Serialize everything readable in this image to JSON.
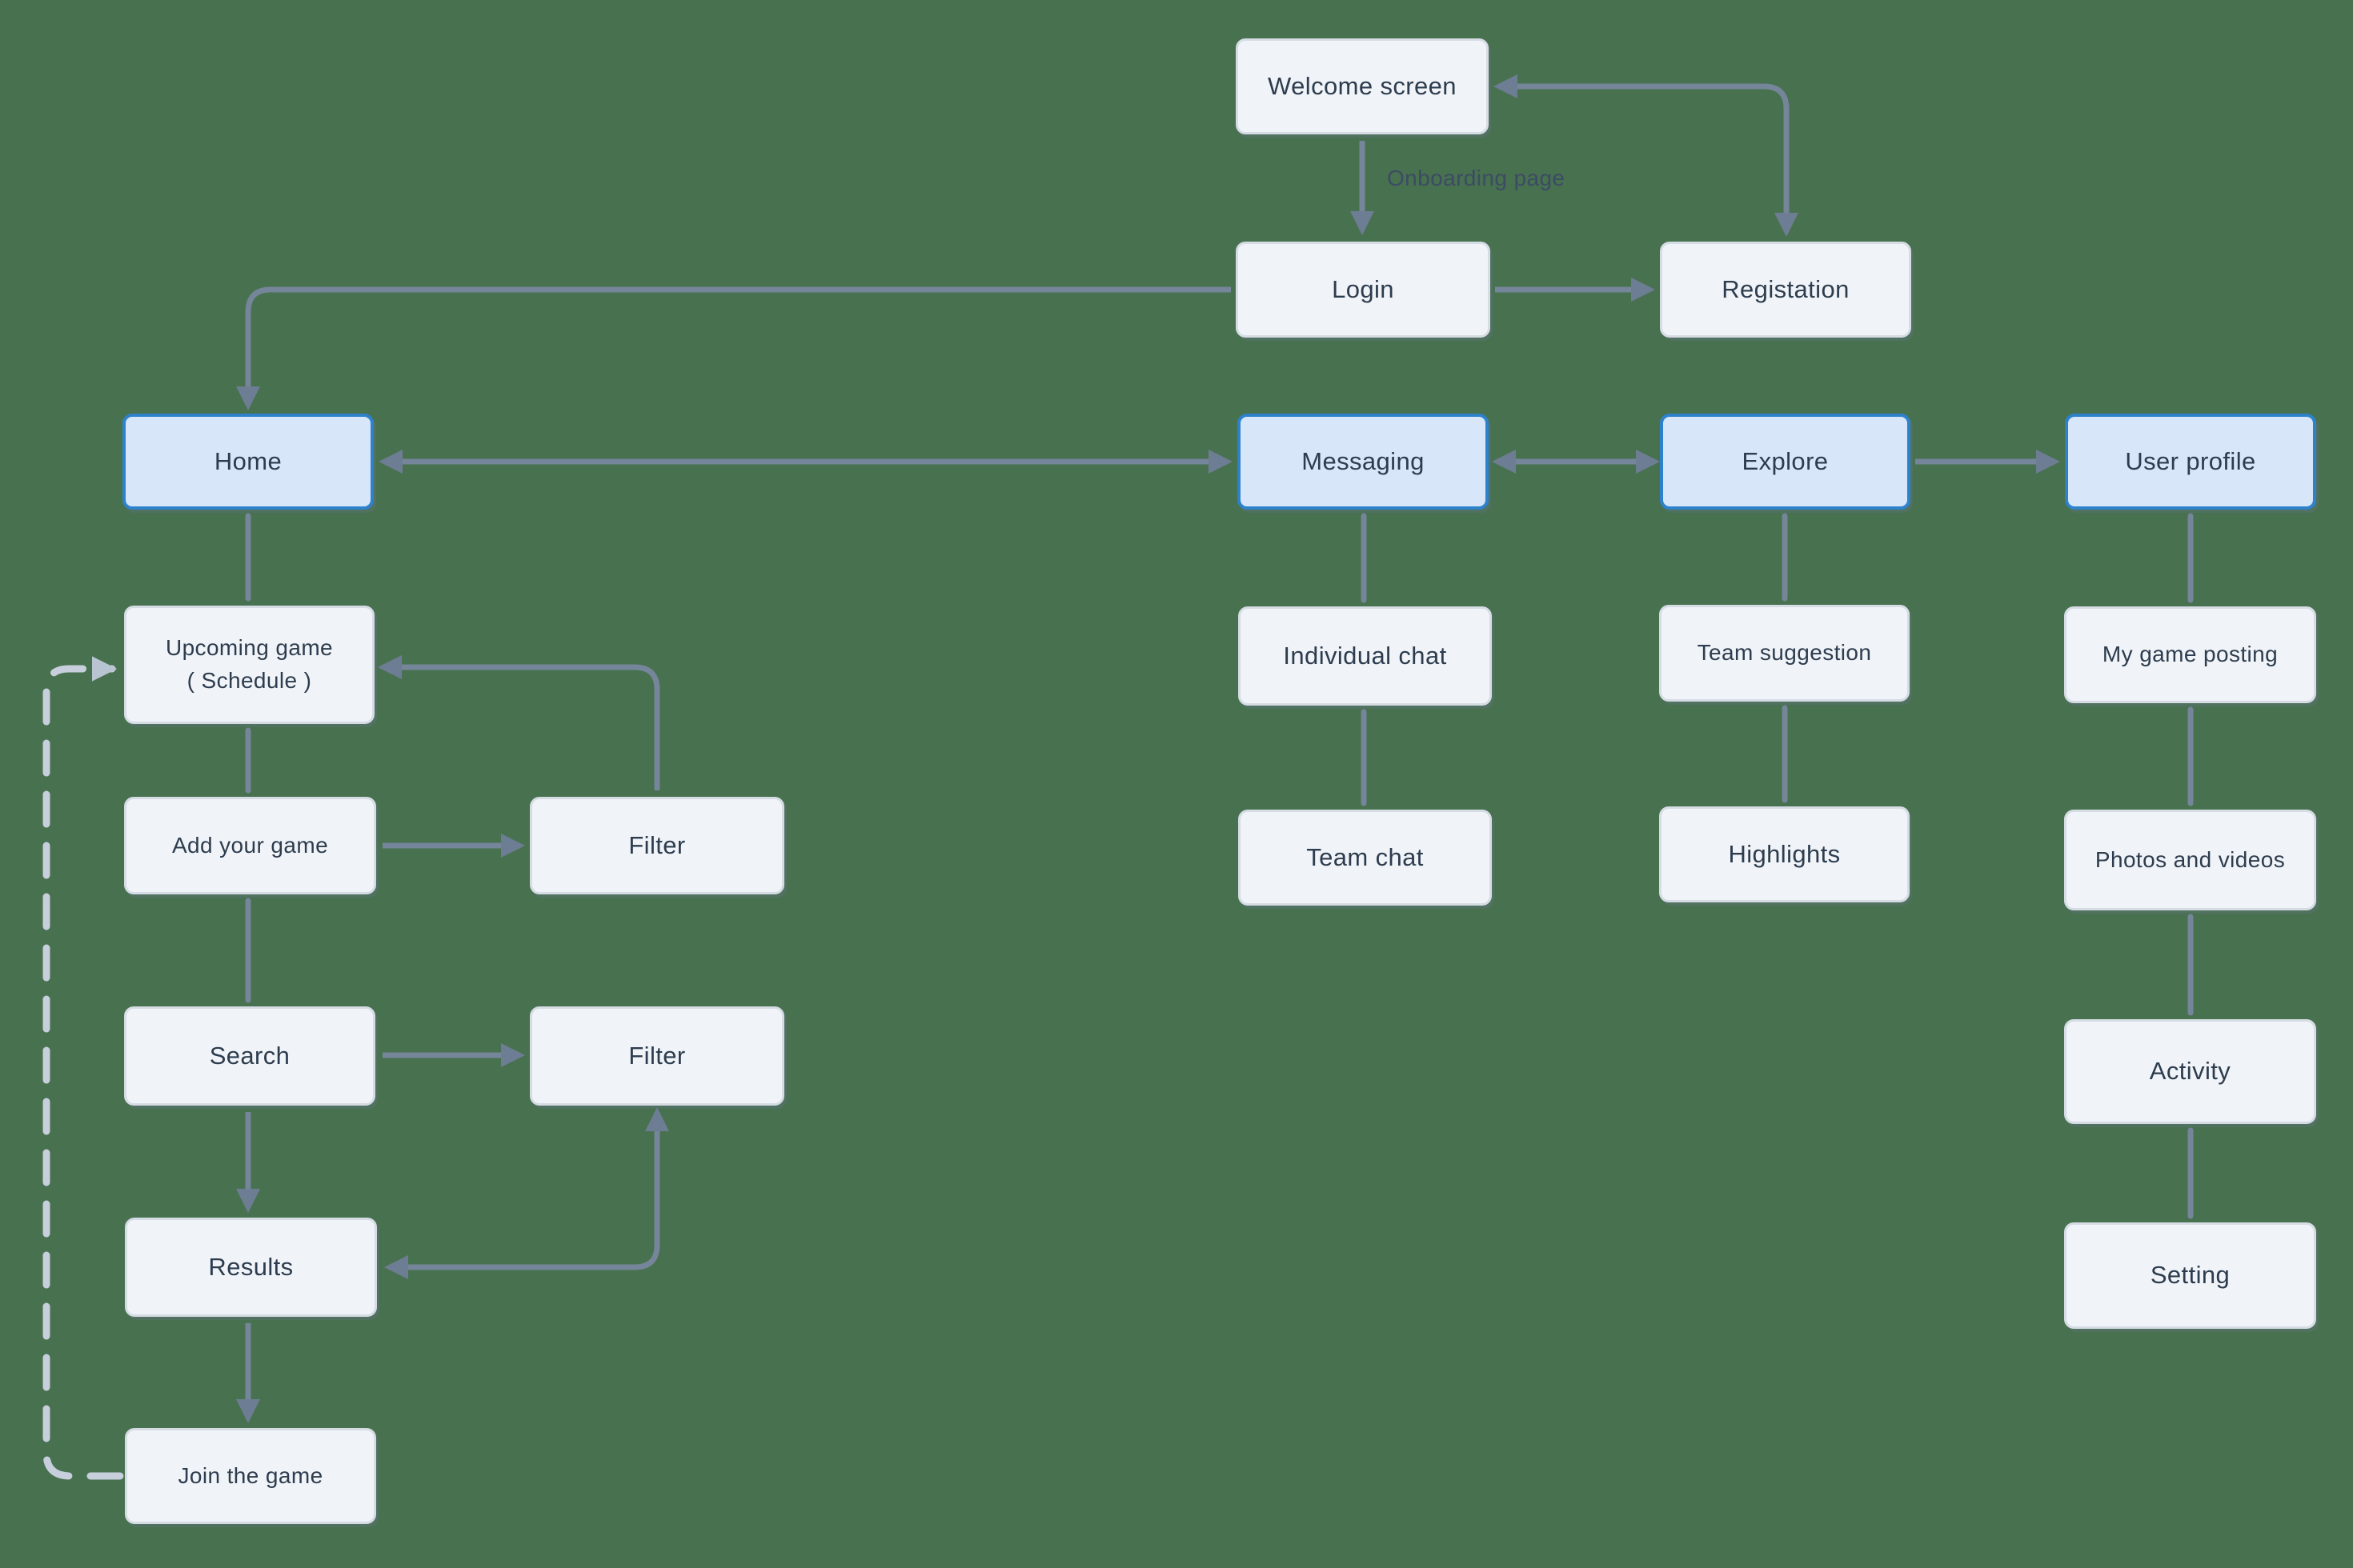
{
  "diagram": {
    "background_color": "#48714f",
    "colors": {
      "node_fill": "#f0f4f8",
      "node_border": "#d5dce4",
      "highlight_fill": "#d7e6f8",
      "highlight_border": "#2e82cc",
      "node_text": "#2d3c4e",
      "connector": "#75859a",
      "connector_dashed": "#c6cfdb",
      "edge_label_text": "#3c4b64"
    },
    "annotation": {
      "onboarding_label": "Onboarding page"
    },
    "nodes": [
      {
        "id": "welcome-screen",
        "label": "Welcome screen",
        "highlighted": false
      },
      {
        "id": "login",
        "label": "Login",
        "highlighted": false
      },
      {
        "id": "registration",
        "label": "Registation",
        "highlighted": false
      },
      {
        "id": "home",
        "label": "Home",
        "highlighted": true
      },
      {
        "id": "messaging",
        "label": "Messaging",
        "highlighted": true
      },
      {
        "id": "explore",
        "label": "Explore",
        "highlighted": true
      },
      {
        "id": "user-profile",
        "label": "User profile",
        "highlighted": true
      },
      {
        "id": "upcoming-game",
        "label": "Upcoming game",
        "sublabel": "( Schedule )",
        "highlighted": false
      },
      {
        "id": "add-your-game",
        "label": "Add your game",
        "highlighted": false
      },
      {
        "id": "filter-1",
        "label": "Filter",
        "highlighted": false
      },
      {
        "id": "search",
        "label": "Search",
        "highlighted": false
      },
      {
        "id": "filter-2",
        "label": "Filter",
        "highlighted": false
      },
      {
        "id": "results",
        "label": "Results",
        "highlighted": false
      },
      {
        "id": "join-the-game",
        "label": "Join the game",
        "highlighted": false
      },
      {
        "id": "individual-chat",
        "label": "Individual chat",
        "highlighted": false
      },
      {
        "id": "team-chat",
        "label": "Team chat",
        "highlighted": false
      },
      {
        "id": "team-suggestion",
        "label": "Team suggestion",
        "highlighted": false
      },
      {
        "id": "highlights",
        "label": "Highlights",
        "highlighted": false
      },
      {
        "id": "my-game-posting",
        "label": "My game posting",
        "highlighted": false
      },
      {
        "id": "photos-and-videos",
        "label": "Photos and videos",
        "highlighted": false
      },
      {
        "id": "activity",
        "label": "Activity",
        "highlighted": false
      },
      {
        "id": "setting",
        "label": "Setting",
        "highlighted": false
      }
    ],
    "edges": [
      {
        "from": "welcome-screen",
        "to": "login",
        "type": "arrow",
        "label": "Onboarding page"
      },
      {
        "from": "welcome-screen",
        "to": "registration",
        "type": "double-arrow"
      },
      {
        "from": "login",
        "to": "registration",
        "type": "arrow"
      },
      {
        "from": "login",
        "to": "home",
        "type": "arrow"
      },
      {
        "from": "home",
        "to": "messaging",
        "type": "double-arrow"
      },
      {
        "from": "messaging",
        "to": "explore",
        "type": "double-arrow"
      },
      {
        "from": "explore",
        "to": "user-profile",
        "type": "arrow"
      },
      {
        "from": "home",
        "to": "upcoming-game",
        "type": "line"
      },
      {
        "from": "upcoming-game",
        "to": "add-your-game",
        "type": "line"
      },
      {
        "from": "add-your-game",
        "to": "filter-1",
        "type": "arrow"
      },
      {
        "from": "filter-1",
        "to": "upcoming-game",
        "type": "arrow"
      },
      {
        "from": "add-your-game",
        "to": "search",
        "type": "line"
      },
      {
        "from": "search",
        "to": "filter-2",
        "type": "arrow"
      },
      {
        "from": "search",
        "to": "results",
        "type": "arrow"
      },
      {
        "from": "filter-2",
        "to": "results",
        "type": "double-arrow"
      },
      {
        "from": "results",
        "to": "join-the-game",
        "type": "arrow"
      },
      {
        "from": "join-the-game",
        "to": "upcoming-game",
        "type": "dashed-arrow"
      },
      {
        "from": "messaging",
        "to": "individual-chat",
        "type": "line"
      },
      {
        "from": "individual-chat",
        "to": "team-chat",
        "type": "line"
      },
      {
        "from": "explore",
        "to": "team-suggestion",
        "type": "line"
      },
      {
        "from": "team-suggestion",
        "to": "highlights",
        "type": "line"
      },
      {
        "from": "user-profile",
        "to": "my-game-posting",
        "type": "line"
      },
      {
        "from": "my-game-posting",
        "to": "photos-and-videos",
        "type": "line"
      },
      {
        "from": "photos-and-videos",
        "to": "activity",
        "type": "line"
      },
      {
        "from": "activity",
        "to": "setting",
        "type": "line"
      }
    ]
  }
}
